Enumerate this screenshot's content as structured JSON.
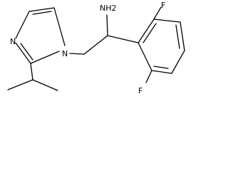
{
  "molecule": {
    "atoms": {
      "N1": "N",
      "N3": "N",
      "NH2": "NH2",
      "F_top": "F",
      "F_bottom": "F"
    }
  }
}
